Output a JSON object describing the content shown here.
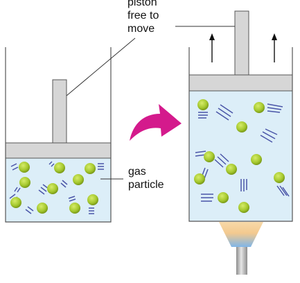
{
  "labels": {
    "piston_line1": "piston",
    "piston_line2": "free to",
    "piston_line3": "move",
    "gas_line1": "gas",
    "particle_line2": "particle"
  },
  "colors": {
    "gas_fill": "#dceef8",
    "piston_fill": "#d6d6d6",
    "outline": "#555555",
    "particle": "#a6c92f",
    "particle_shade": "#6f8f12",
    "motion_lines": "#4a55a8",
    "arrow": "#d41a8c",
    "burner_tube": "#b8b8b8"
  },
  "icons": {
    "heating_arrow": "curved-arrow-icon",
    "upward_arrows": "up-arrow-icon",
    "burner": "bunsen-burner-icon"
  }
}
